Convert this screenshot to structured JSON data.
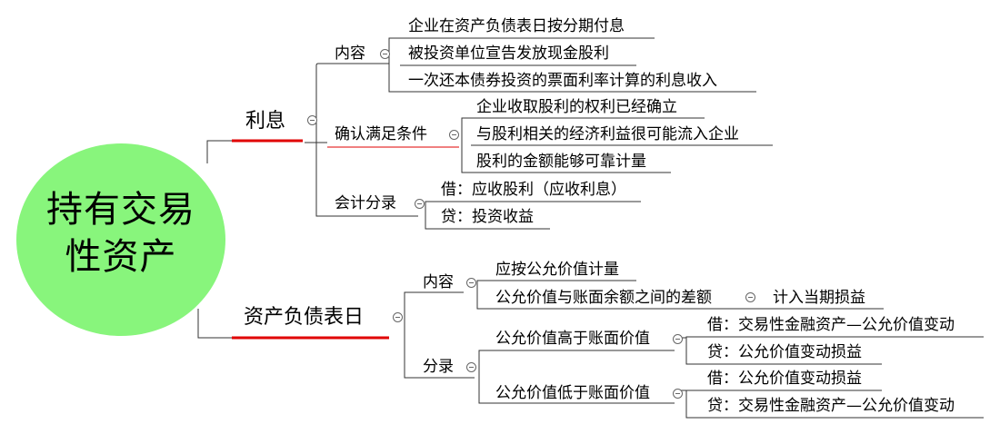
{
  "root": {
    "line1": "持有交易",
    "line2": "性资产"
  },
  "interest": {
    "label": "利息",
    "content": {
      "label": "内容",
      "items": [
        "企业在资产负债表日按分期付息",
        "被投资单位宣告发放现金股利",
        "一次还本债券投资的票面利率计算的利息收入"
      ]
    },
    "conditions": {
      "label": "确认满足条件",
      "items": [
        "企业收取股利的权利已经确立",
        "与股利相关的经济利益很可能流入企业",
        "股利的金额能够可靠计量"
      ]
    },
    "entries": {
      "label": "会计分录",
      "items": [
        "借：应收股利（应收利息）",
        "贷：投资收益"
      ]
    }
  },
  "balance_date": {
    "label": "资产负债表日",
    "content": {
      "label": "内容",
      "item1": "应按公允价值计量",
      "item2": "公允价值与账面余额之间的差额",
      "item2_child": "计入当期损益"
    },
    "entries": {
      "label": "分录",
      "higher": {
        "label": "公允价值高于账面价值",
        "debit": "借：交易性金融资产—公允价值变动",
        "credit": "贷：公允价值变动损益"
      },
      "lower": {
        "label": "公允价值低于账面价值",
        "debit": "借：公允价值变动损益",
        "credit": "贷：交易性金融资产—公允价值变动"
      }
    }
  },
  "colors": {
    "root_fill": "#88f57c",
    "branch_line": "#333333",
    "underline_red": "#e00000"
  }
}
